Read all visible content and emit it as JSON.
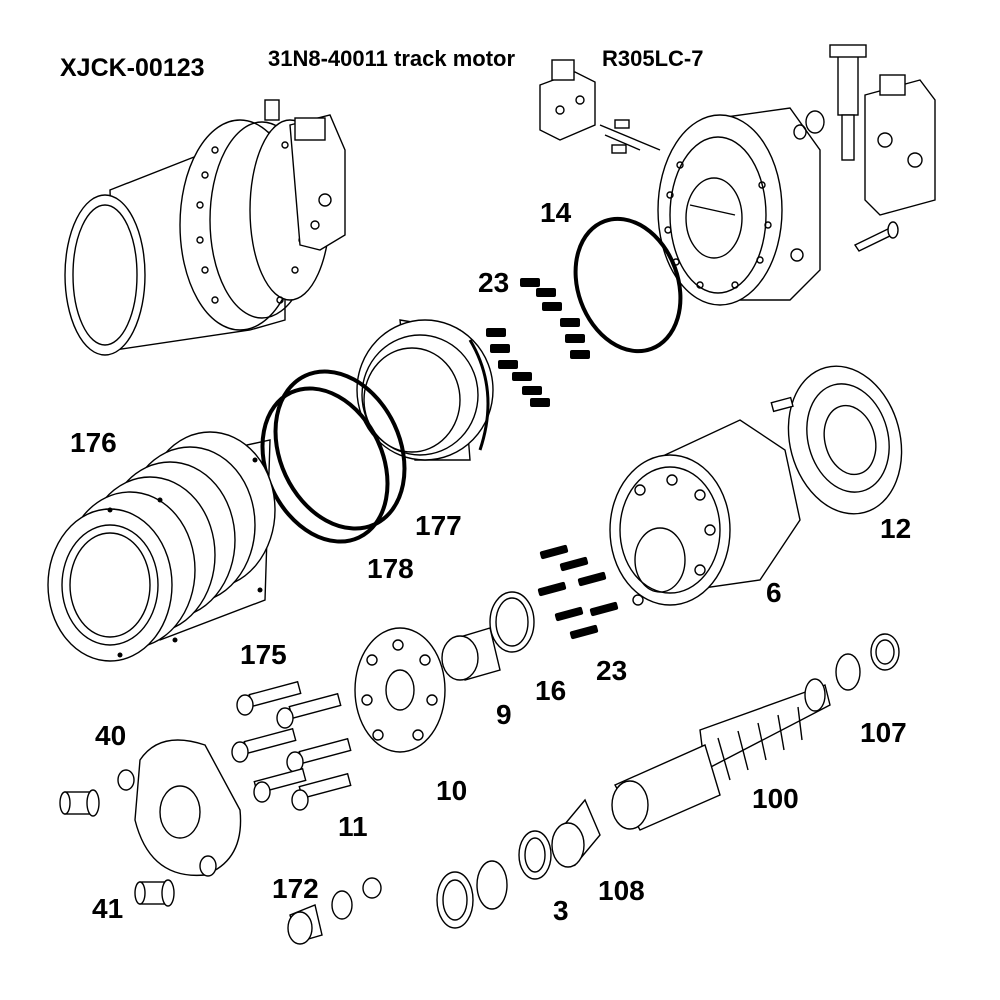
{
  "header": {
    "code": "XJCK-00123",
    "part": "31N8-40011 track motor",
    "model": "R305LC-7"
  },
  "callouts": {
    "c14": "14",
    "c23a": "23",
    "c176": "176",
    "c177": "177",
    "c178": "178",
    "c12": "12",
    "c6": "6",
    "c175": "175",
    "c23b": "23",
    "c16": "16",
    "c9": "9",
    "c40": "40",
    "c107": "107",
    "c10": "10",
    "c11": "11",
    "c100": "100",
    "c41": "41",
    "c172": "172",
    "c3": "3",
    "c108": "108"
  },
  "colors": {
    "ink": "#000000",
    "paper": "#ffffff"
  }
}
